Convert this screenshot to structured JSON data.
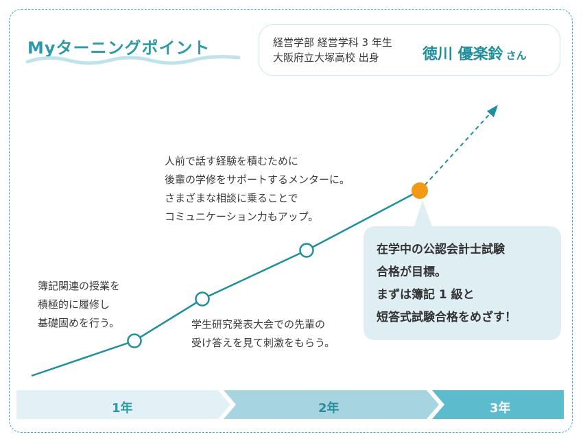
{
  "title": "Myターニングポイント",
  "profile": {
    "faculty": "経営学部 経営学科 3 年生",
    "school": "大阪府立大塚高校 出身",
    "name": "徳川 優楽鈴",
    "honorific": "さん"
  },
  "notes": {
    "first_year": [
      "簿記関連の授業を",
      "積極的に履修し",
      "基礎固めを行う。"
    ],
    "second_year": [
      "学生研究発表大会での先輩の",
      "受け答えを見て刺激をもらう。"
    ],
    "mentor": [
      "人前で話す経験を積むために",
      "後輩の学修をサポートするメンターに。",
      "さまざまな相談に乗ることで",
      "コミュニケーション力もアップ。"
    ],
    "goal": [
      "在学中の公認会計士試験",
      "合格が目標。",
      "まずは簿記 1 級と",
      "短答式試験合格をめざす！"
    ]
  },
  "years": [
    "1年",
    "2年",
    "3年"
  ],
  "colors": {
    "accent": "#2d9aa5",
    "line": "#1e8f9c",
    "highlight": "#f29a14",
    "bubble": "#deeef3",
    "year1": "#e3f1f6",
    "year2": "#a6d5e0",
    "year3": "#5bbcce"
  }
}
